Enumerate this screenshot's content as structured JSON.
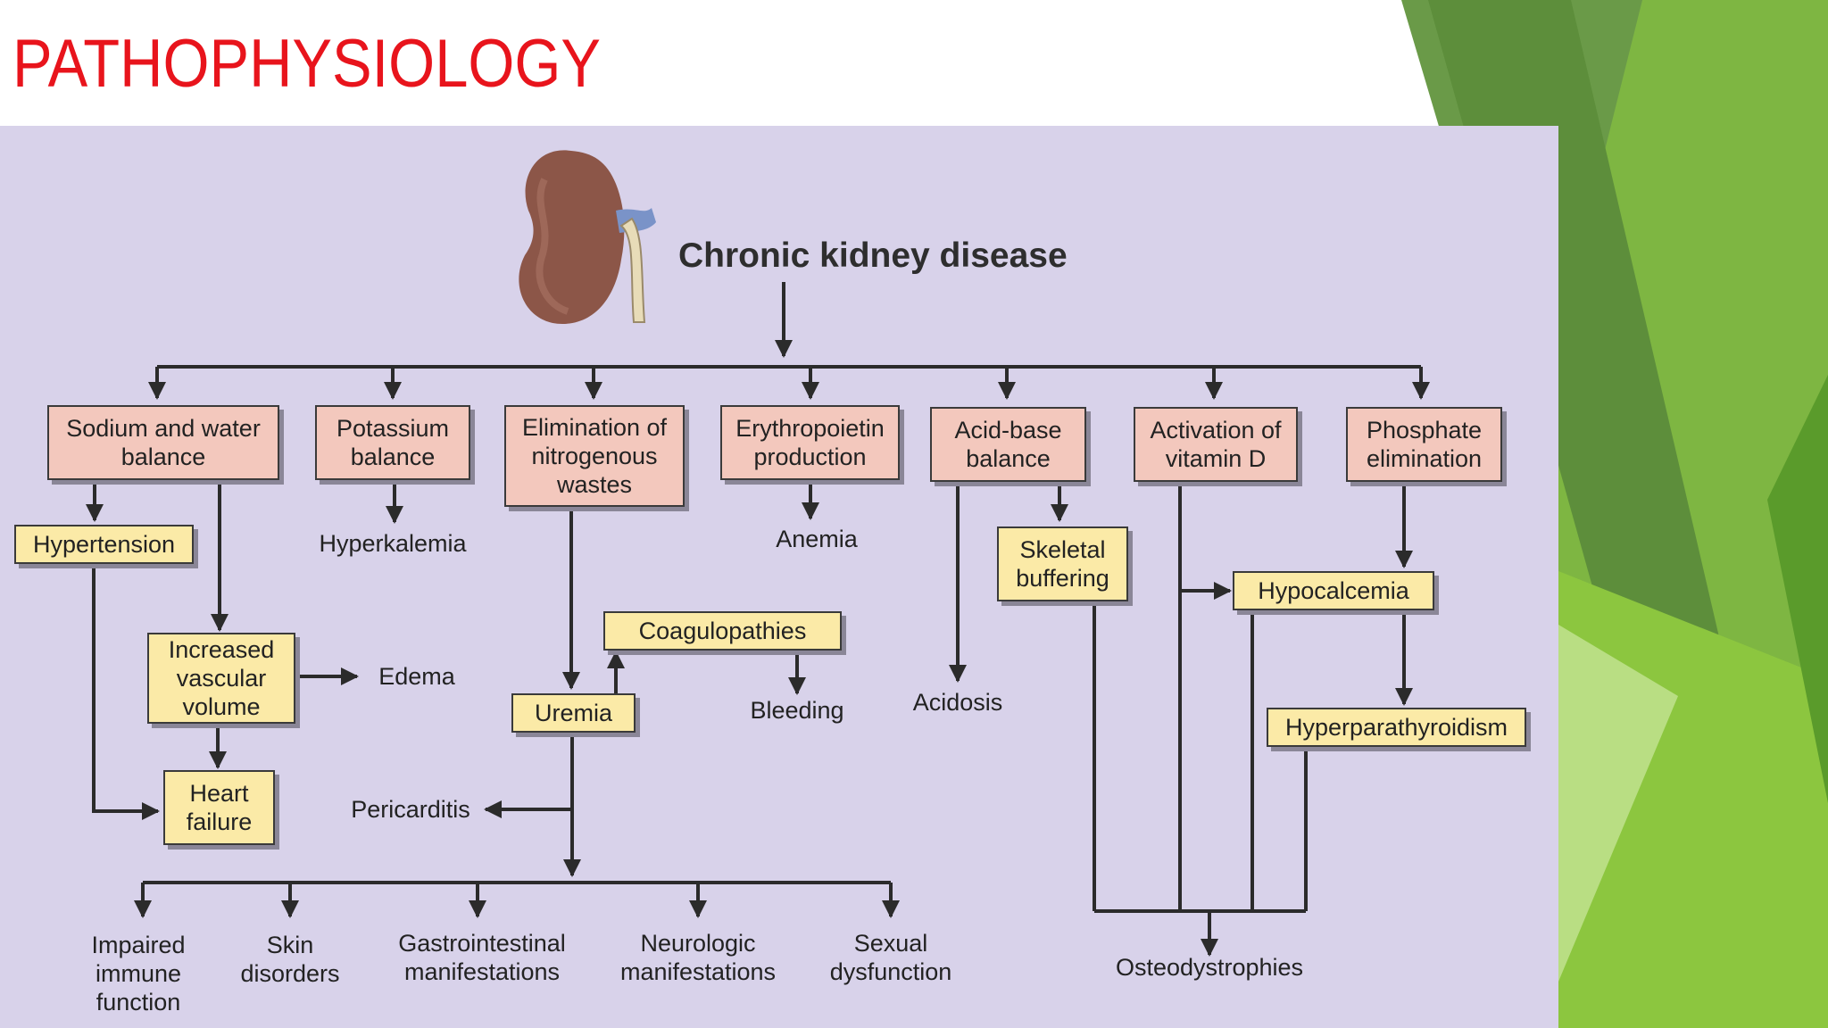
{
  "slide": {
    "title": "PATHOPHYSIOLOGY"
  },
  "diagram": {
    "title": "Chronic kidney disease",
    "nodes": {
      "sodium": "Sodium and water\nbalance",
      "potassium": "Potassium\nbalance",
      "nitrogen": "Elimination of\nnitrogenous\nwastes",
      "erythro": "Erythropoietin\nproduction",
      "acidbase": "Acid-base\nbalance",
      "vitd": "Activation of\nvitamin D",
      "phosphate": "Phosphate\nelimination",
      "hypertension": "Hypertension",
      "hyperkalemia": "Hyperkalemia",
      "anemia": "Anemia",
      "skeletal": "Skeletal\nbuffering",
      "hypocalcemia": "Hypocalcemia",
      "increased": "Increased\nvascular\nvolume",
      "edema": "Edema",
      "coag": "Coagulopathies",
      "uremia": "Uremia",
      "bleeding": "Bleeding",
      "acidosis": "Acidosis",
      "hyperpara": "Hyperparathyroidism",
      "heart": "Heart\nfailure",
      "pericarditis": "Pericarditis",
      "immune": "Impaired\nimmune\nfunction",
      "skin": "Skin\ndisorders",
      "gi": "Gastrointestinal\nmanifestations",
      "neuro": "Neurologic\nmanifestations",
      "sexual": "Sexual\ndysfunction",
      "osteo": "Osteodystrophies"
    }
  },
  "colors": {
    "title_red": "#e8141c",
    "panel_bg": "#d8d2ea",
    "box_pink": "#f3c8bd",
    "box_yellow": "#fbeaa7",
    "line": "#2b2b2b",
    "green_dark": "#5f8f3e",
    "green_light": "#8cc63f"
  }
}
